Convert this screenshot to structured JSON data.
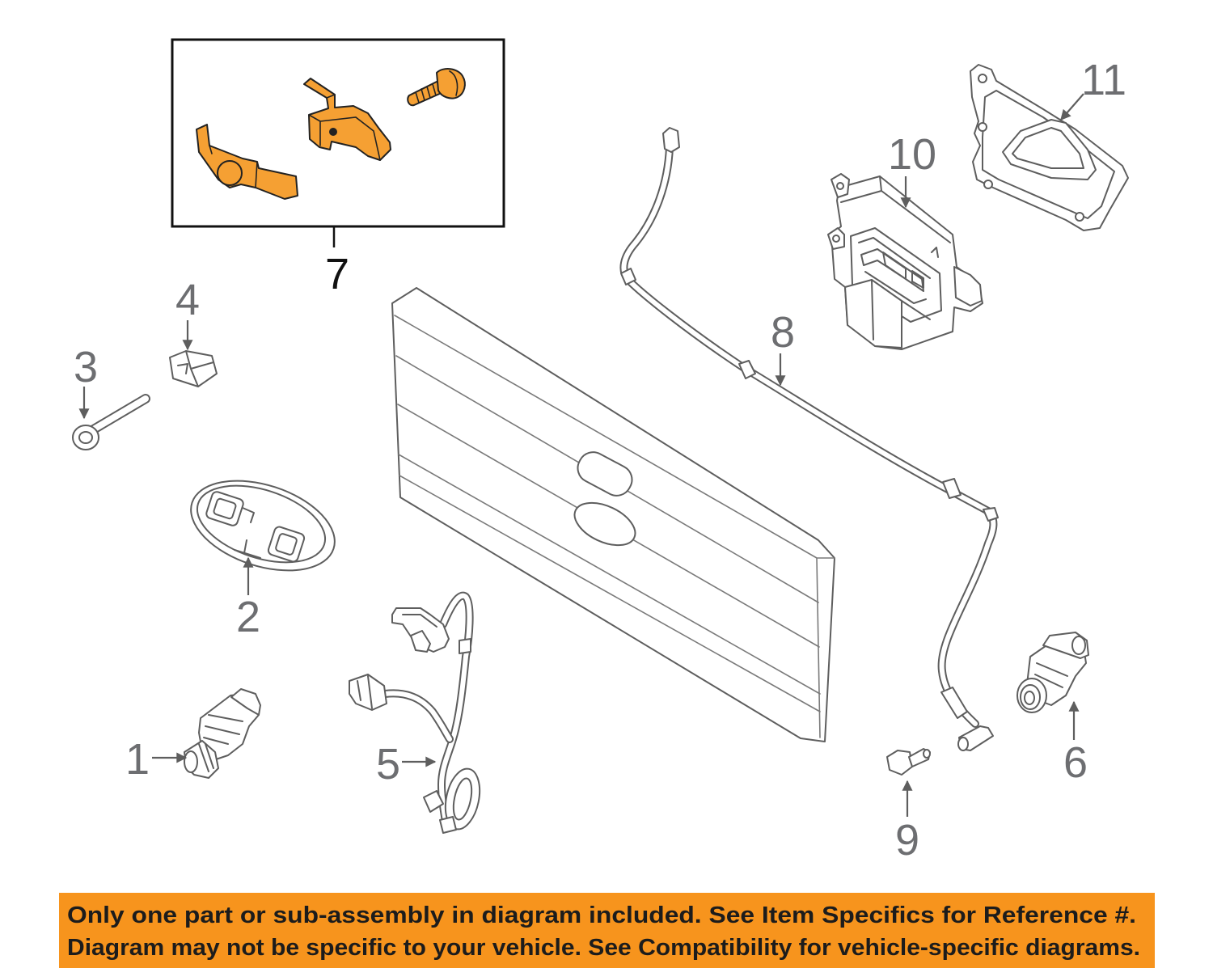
{
  "callouts": {
    "c1": "1",
    "c2": "2",
    "c3": "3",
    "c4": "4",
    "c5": "5",
    "c6": "6",
    "c7": "7",
    "c8": "8",
    "c9": "9",
    "c10": "10",
    "c11": "11"
  },
  "banner": {
    "line1": "Only one part or sub-assembly in diagram included. See Item Specifics for Reference #.",
    "line2": "Diagram may not be specific to your vehicle. See Compatibility for vehicle-specific diagrams."
  },
  "colors": {
    "banner_background": "#F7941D",
    "highlighted_part": "#F5A033",
    "line_art": "#5e5e5e",
    "callout_text": "#6d6e71",
    "box_callout_text": "#111111"
  }
}
